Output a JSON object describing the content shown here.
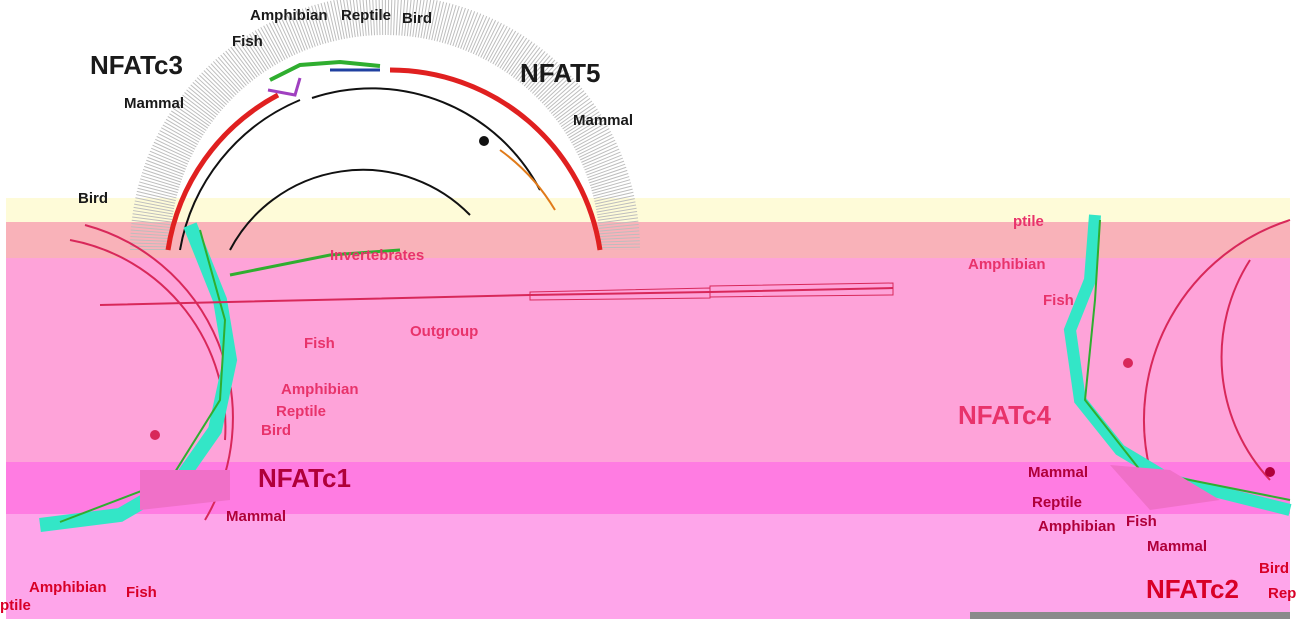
{
  "colors": {
    "background": "#ffffff",
    "band_cream": "#fefbd8",
    "band_salmon": "#f9b2b9",
    "band_pink": "#fea3d9",
    "band_magenta": "#ff7ce2",
    "band_lightpink": "#fea5ea",
    "tree_red": "#e02020",
    "tree_black": "#111111",
    "tree_orange": "#e07b1a",
    "tree_cyan": "#33e6c7",
    "tree_crimson": "#d8285a"
  },
  "groups": {
    "nfatc3": "NFATc3",
    "nfat5": "NFAT5",
    "nfatc1": "NFATc1",
    "nfatc4": "NFATc4",
    "nfatc2": "NFATc2"
  },
  "taxa_top": {
    "amphibian": "Amphibian",
    "reptile": "Reptile",
    "bird": "Bird",
    "fish": "Fish",
    "mammal_left": "Mammal",
    "mammal_right": "Mammal",
    "bird_left": "Bird"
  },
  "taxa_center": {
    "invertebrates": "Invertebrates",
    "outgroup": "Outgroup"
  },
  "taxa_left": {
    "fish": "Fish",
    "amphibian": "Amphibian",
    "reptile": "Reptile",
    "bird": "Bird",
    "mammal": "Mammal",
    "amphibian_bottom": "Amphibian",
    "fish_bottom": "Fish",
    "reptile_bottom": "ptile"
  },
  "taxa_right": {
    "reptile_top": "ptile",
    "amphibian": "Amphibian",
    "fish": "Fish",
    "mammal": "Mammal",
    "reptile": "Reptile",
    "amphibian_low": "Amphibian",
    "fish_low": "Fish",
    "mammal_bottom": "Mammal",
    "bird": "Bird",
    "reptile_edge": "Rep"
  }
}
